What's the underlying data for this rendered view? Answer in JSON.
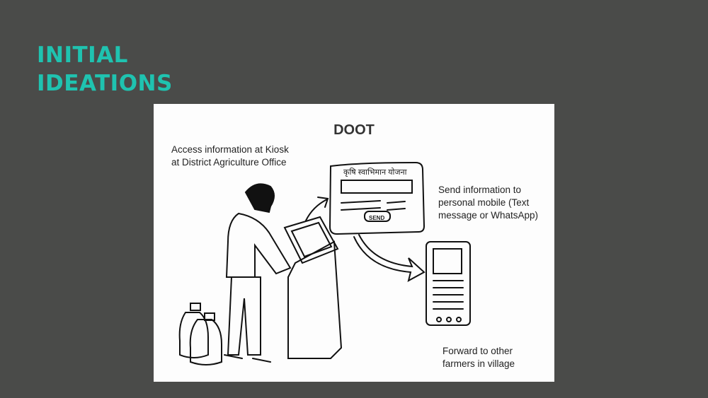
{
  "slide": {
    "title_line1": "INITIAL",
    "title_line2": "IDEATIONS"
  },
  "sketch": {
    "heading": "DOOT",
    "kiosk_caption": "Access information at Kiosk at District Agriculture Office",
    "send_caption": "Send information to personal mobile (Text message or WhatsApp)",
    "forward_caption": "Forward to other farmers in village",
    "screen_header": "कृषि स्वाभिमान योजना",
    "send_button": "SEND"
  }
}
